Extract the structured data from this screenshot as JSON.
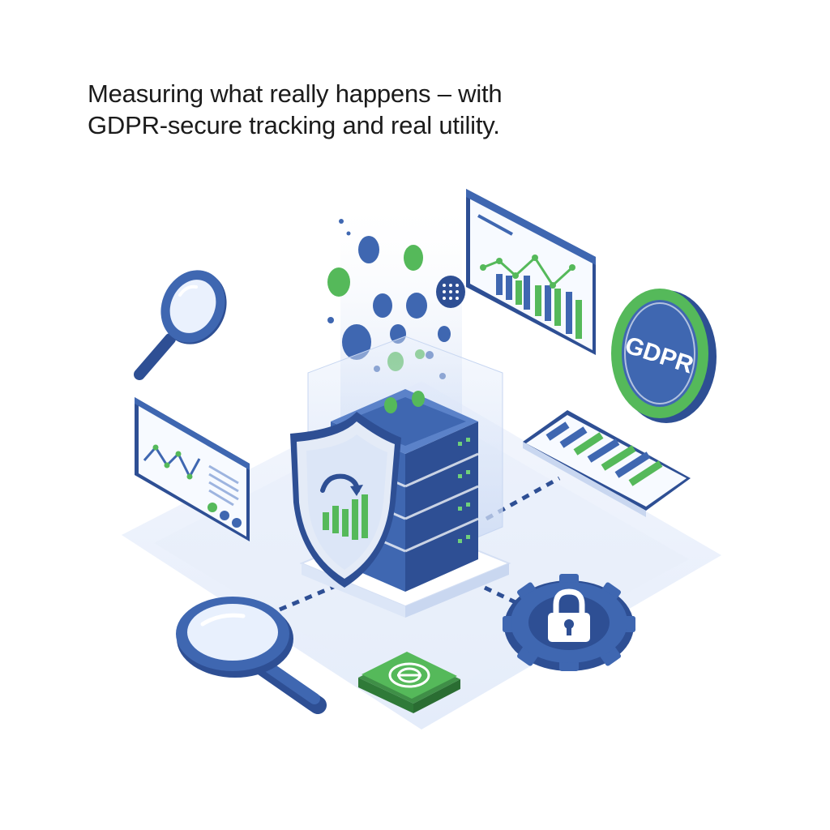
{
  "headline": {
    "line1": "Measuring what really happens – with",
    "line2": "GDPR-secure tracking and real utility."
  },
  "badge": {
    "text": "GDPR"
  },
  "icons": {
    "server": "server-rack-icon",
    "shield": "security-shield-icon",
    "magnifier_top": "magnifier-icon",
    "magnifier_bottom": "magnifier-icon",
    "lock_gear": "lock-gear-icon",
    "chip": "network-chip-icon",
    "badge": "gdpr-badge-icon"
  },
  "colors": {
    "blue": "#3f67b1",
    "dark_blue": "#2e4f94",
    "green": "#55b95a",
    "light_blue": "#dce6f7",
    "platform": "#eef3fc"
  }
}
